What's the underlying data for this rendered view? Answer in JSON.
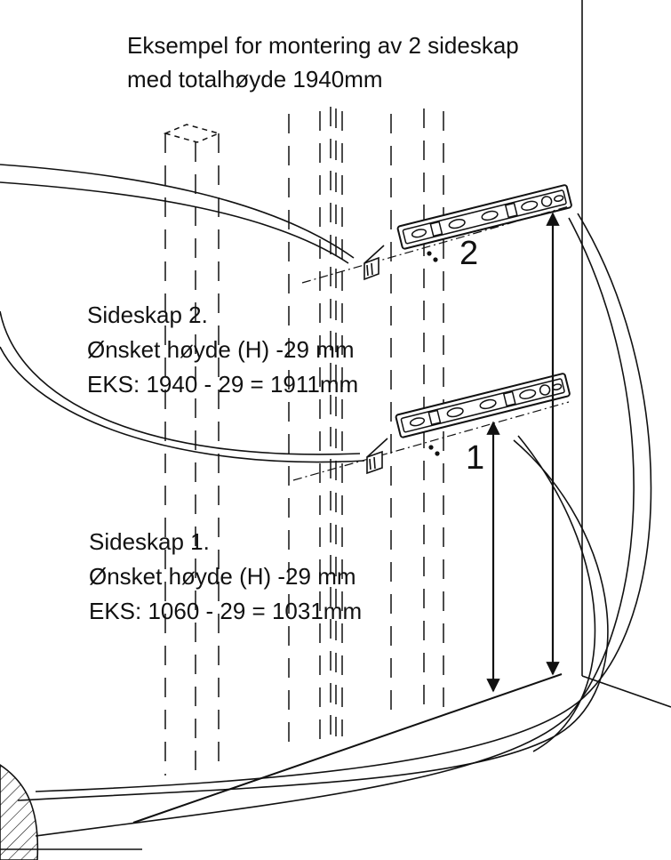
{
  "title": {
    "line1": "Eksempel for montering av 2 sideskap",
    "line2": "med totalhøyde 1940mm"
  },
  "sideskap2": {
    "label": "Sideskap 2.",
    "formula": "Ønsket høyde (H) -29 mm",
    "example": "EKS: 1940 - 29 = 1911mm"
  },
  "sideskap1": {
    "label": "Sideskap 1.",
    "formula": "Ønsket høyde (H) -29 mm",
    "example": "EKS: 1060 - 29 = 1031mm"
  },
  "markers": {
    "level_2": "2",
    "level_1": "1"
  },
  "colors": {
    "line": "#111111",
    "background": "#ffffff"
  }
}
